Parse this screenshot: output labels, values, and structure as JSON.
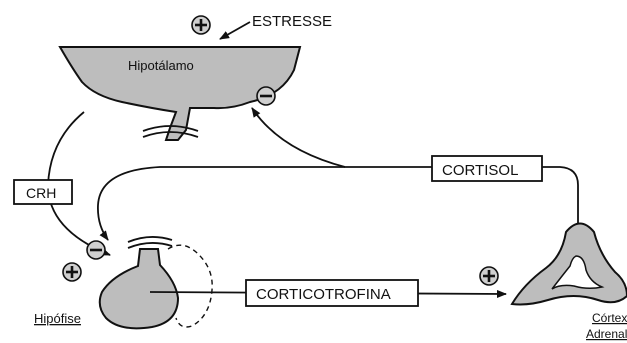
{
  "diagram": {
    "stress_label": "ESTRESSE",
    "hypothalamus_label": "Hipotálamo",
    "crh_label": "CRH",
    "cortisol_label": "CORTISOL",
    "corticotrophin_label": "CORTICOTROFINA",
    "pituitary_label": "Hipófise",
    "adrenal_label_line1": "Córtex",
    "adrenal_label_line2": "Adrenal",
    "signs": {
      "stress_stimulus": "+",
      "cortisol_on_hypothalamus": "−",
      "cortisol_on_pituitary": "−",
      "crh_on_pituitary": "+",
      "acth_on_adrenal": "+"
    }
  }
}
